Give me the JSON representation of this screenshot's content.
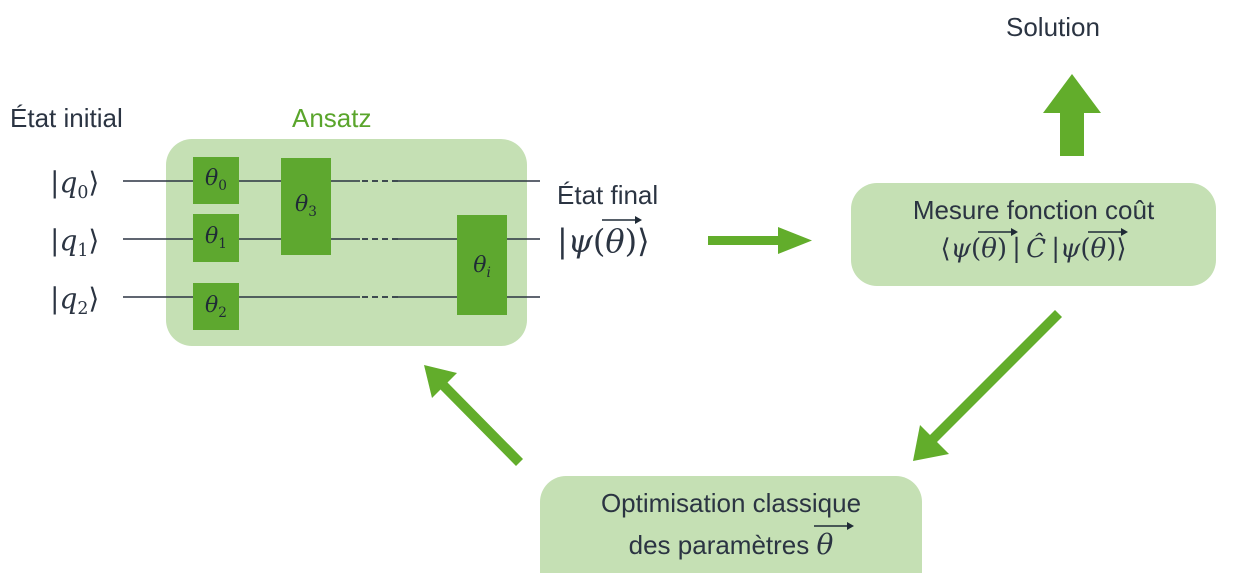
{
  "title_initial": "État initial",
  "ansatz_label": "Ansatz",
  "final_state_label": "État final",
  "solution_label": "Solution",
  "qubits": [
    {
      "ket_symbol": "q",
      "index": "0"
    },
    {
      "ket_symbol": "q",
      "index": "1"
    },
    {
      "ket_symbol": "q",
      "index": "2"
    }
  ],
  "gates": {
    "g0": {
      "symbol": "θ",
      "index": "0"
    },
    "g1": {
      "symbol": "θ",
      "index": "1"
    },
    "g2": {
      "symbol": "θ",
      "index": "2"
    },
    "g3": {
      "symbol": "θ",
      "index": "3"
    },
    "gi": {
      "symbol": "θ",
      "index": "i"
    }
  },
  "final_state_math": {
    "psi": "ψ",
    "theta": "θ"
  },
  "cost_box": {
    "line1": "Mesure fonction coût",
    "psi": "ψ",
    "theta": "θ",
    "operator": "Ĉ"
  },
  "optimization_box": {
    "line1": "Optimisation classique",
    "line2": "des paramètres",
    "theta": "θ"
  },
  "colors": {
    "light_green": "#c5e0b4",
    "gate_green": "#5ea82f",
    "arrow_green": "#62ad2b",
    "ansatz_text": "#5aa52c",
    "text_dark": "#2b3442"
  }
}
